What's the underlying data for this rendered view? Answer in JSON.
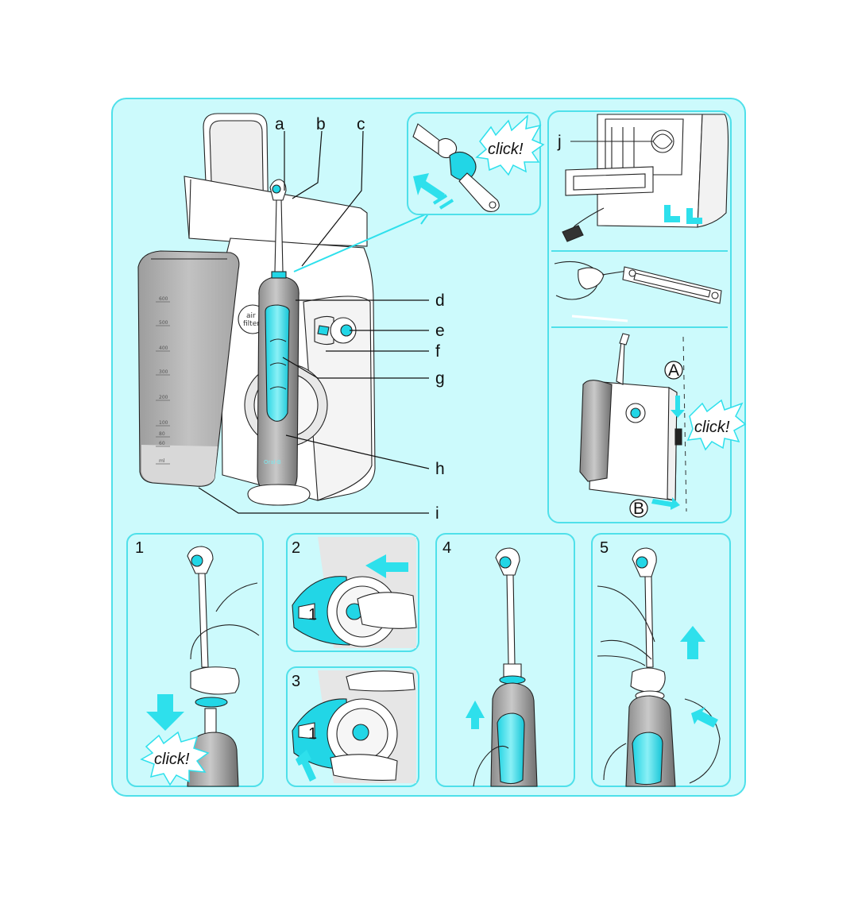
{
  "callouts": {
    "a": "a",
    "b": "b",
    "c": "c",
    "d": "d",
    "e": "e",
    "f": "f",
    "g": "g",
    "h": "h",
    "i": "i",
    "j": "j"
  },
  "markers": {
    "a_upper": "A",
    "b_upper": "B"
  },
  "click_text": "click!",
  "steps": [
    "1",
    "2",
    "3",
    "4",
    "5"
  ],
  "tank_ticks": [
    "600",
    "500",
    "400",
    "300",
    "200",
    "100",
    "80",
    "60",
    "ml"
  ],
  "station_badge": {
    "line1": "air",
    "line2": "filter"
  },
  "brand_mark": "Oral-B",
  "step_badge_number": "1",
  "colors": {
    "panel_bg": "#ccfafc",
    "panel_border": "#4fe0ea",
    "accent": "#22d6e6",
    "arrow": "#2ee0ec"
  }
}
